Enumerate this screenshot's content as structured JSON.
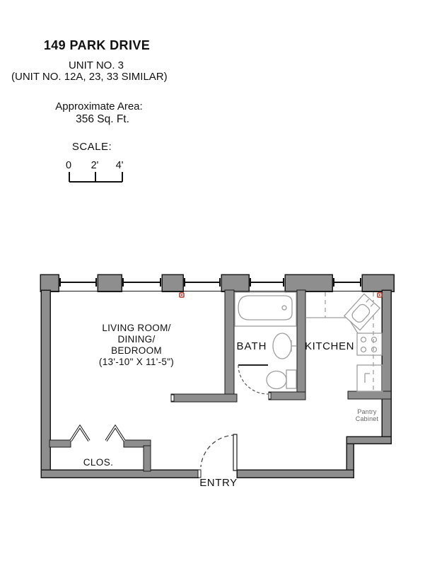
{
  "header": {
    "address": "149 PARK DRIVE",
    "unit": "UNIT NO. 3",
    "similar": "(UNIT NO. 12A, 23, 33 SIMILAR)",
    "area_label": "Approximate Area:",
    "area_value": "356 Sq. Ft."
  },
  "scale": {
    "label": "SCALE:",
    "tick0": "0",
    "tick2": "2'",
    "tick4": "4'"
  },
  "rooms": {
    "living_line1": "LIVING ROOM/",
    "living_line2": "DINING/",
    "living_line3": "BEDROOM",
    "living_dims": "(13'-10\" X 11'-5\")",
    "bath": "BATH",
    "kitchen": "KITCHEN",
    "closet": "CLOS.",
    "entry": "ENTRY",
    "pantry_line1": "Pantry",
    "pantry_line2": "Cabinet"
  },
  "colors": {
    "wall_fill": "#8e8e8e",
    "wall_stroke": "#1a1a1a",
    "fixture_stroke": "#9e9e9e",
    "marker_red": "#b03a2e"
  }
}
